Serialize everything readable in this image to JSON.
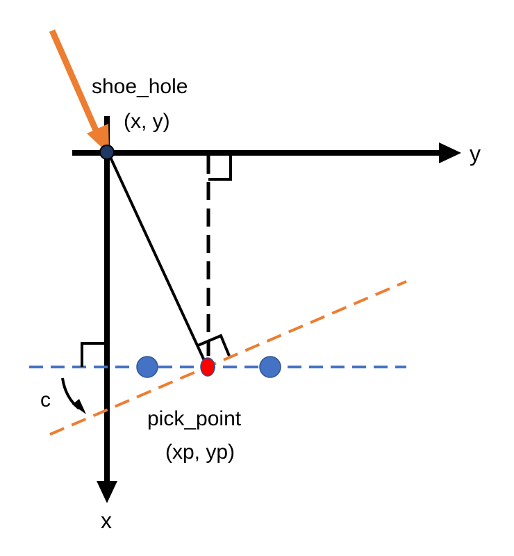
{
  "labels": {
    "shoe_hole_name": "shoe_hole",
    "shoe_hole_coords": "(x, y)",
    "pick_point_name": "pick_point",
    "pick_point_coords": "(xp, yp)",
    "x_axis": "x",
    "y_axis": "y",
    "angle": "c"
  },
  "colors": {
    "axis": "#000000",
    "arrow": "#ED7D31",
    "dashed_orange": "#ED7D31",
    "dashed_blue": "#4472C4",
    "blue_point": "#4472C4",
    "pick_point": "#FF0000",
    "shoe_hole_point": "#1F3864"
  },
  "legend": {
    "marker_shapes": [
      "circle"
    ]
  }
}
